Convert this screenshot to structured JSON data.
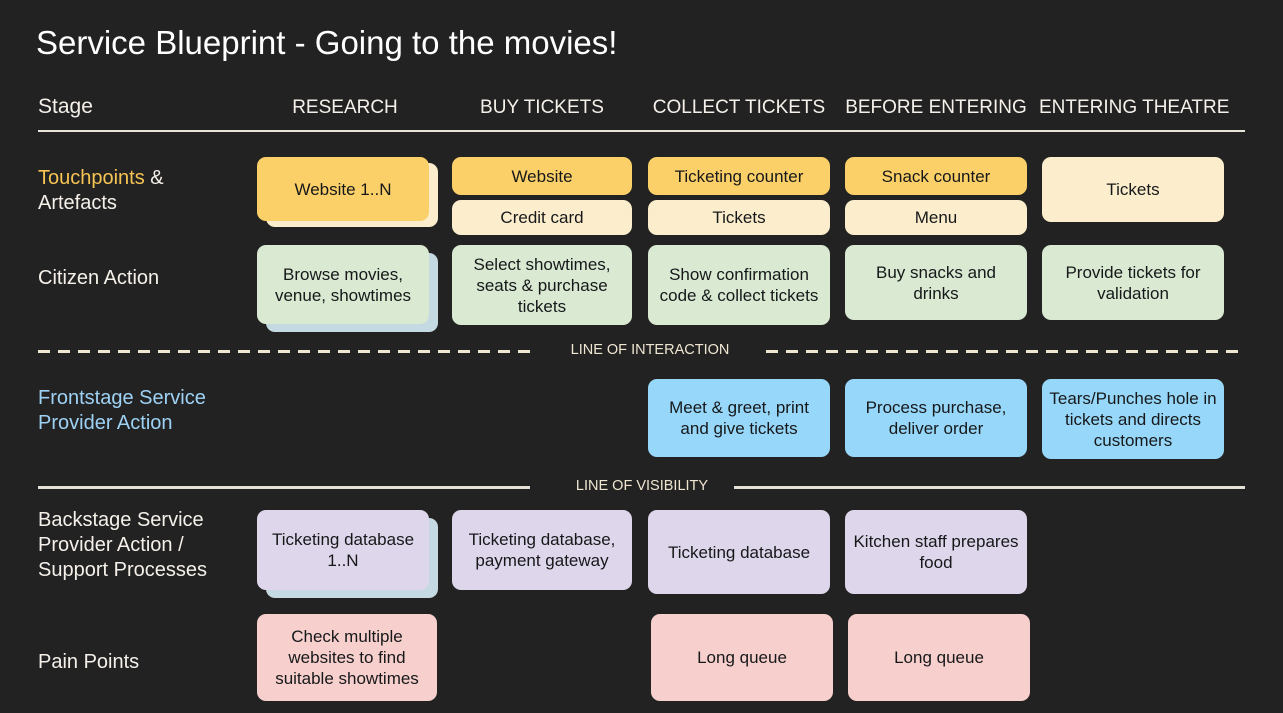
{
  "title": "Service Blueprint - Going to the movies!",
  "header": {
    "stage_label": "Stage",
    "stages": [
      {
        "label": "RESEARCH"
      },
      {
        "label": "BUY TICKETS"
      },
      {
        "label": "COLLECT TICKETS"
      },
      {
        "label": "BEFORE ENTERING"
      },
      {
        "label": "ENTERING THEATRE"
      }
    ]
  },
  "rows": {
    "touchpoints": {
      "label_part1": "Touchpoints",
      "label_part2": " &",
      "label_part3": "Artefacts",
      "cards": {
        "research_website": "Website 1..N",
        "buy_website": "Website",
        "buy_credit_card": "Credit card",
        "collect_counter": "Ticketing counter",
        "collect_tickets": "Tickets",
        "before_snack_counter": "Snack counter",
        "before_menu": "Menu",
        "entering_tickets": "Tickets"
      }
    },
    "citizen_action": {
      "label": "Citizen Action",
      "cards": {
        "research": "Browse movies, venue, showtimes",
        "buy": "Select showtimes, seats & purchase tickets",
        "collect": "Show confirmation code & collect tickets",
        "before": "Buy snacks and drinks",
        "entering": "Provide tickets for validation"
      }
    },
    "frontstage": {
      "label_line1": "Frontstage Service",
      "label_line2": "Provider Action",
      "cards": {
        "collect": "Meet & greet, print and give tickets",
        "before": "Process purchase, deliver order",
        "entering": "Tears/Punches hole in tickets and directs customers"
      }
    },
    "backstage": {
      "label_line1": "Backstage Service",
      "label_line2": "Provider Action /",
      "label_line3": "Support Processes",
      "cards": {
        "research": "Ticketing database 1..N",
        "buy": "Ticketing database, payment gateway",
        "collect": "Ticketing database",
        "before": "Kitchen staff prepares food"
      }
    },
    "pain_points": {
      "label": "Pain Points",
      "cards": {
        "research": "Check multiple websites to find suitable showtimes",
        "collect": "Long queue",
        "before": "Long queue"
      }
    }
  },
  "dividers": {
    "line_of_interaction": "LINE OF INTERACTION",
    "line_of_visibility": "LINE OF VISIBILITY"
  },
  "colors": {
    "background": "#232222",
    "amber": "#fbd068",
    "cream": "#fceecd",
    "green": "#d9e9d2",
    "blue": "#97d7f9",
    "purple": "#ded6ea",
    "pink": "#f7cfcc",
    "label_amber": "#f6c453",
    "label_blue": "#9ed2f5",
    "rule": "#e9e4da"
  }
}
